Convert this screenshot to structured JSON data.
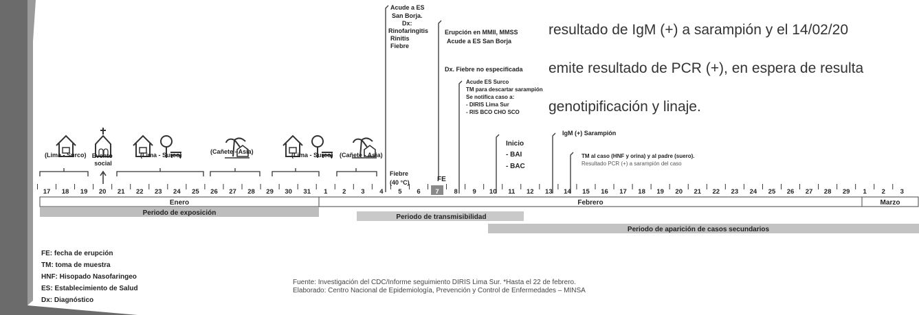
{
  "header": {
    "line1": "resultado de IgM (+) a sarampión y el 14/02/20",
    "line2": "emite resultado de PCR (+), en espera de resulta",
    "line3": "genotipificación y linaje."
  },
  "days": [
    "17",
    "18",
    "19",
    "20",
    "21",
    "22",
    "23",
    "24",
    "25",
    "26",
    "27",
    "28",
    "29",
    "30",
    "31",
    "1",
    "2",
    "3",
    "4",
    "5",
    "6",
    "7",
    "8",
    "9",
    "10",
    "11",
    "12",
    "13",
    "14",
    "15",
    "16",
    "17",
    "18",
    "19",
    "20",
    "21",
    "22",
    "23",
    "24",
    "25",
    "26",
    "27",
    "28",
    "29",
    "1",
    "2",
    "3"
  ],
  "months": {
    "enero": "Enero",
    "febrero": "Febrero",
    "marzo": "Marzo"
  },
  "periods": {
    "exposicion": "Periodo de exposición",
    "transmisibilidad": "Periodo de transmisibilidad",
    "secundarios": "Periodo de aparición de casos secundarios"
  },
  "locations": {
    "lima_surco_1": "(Lima - Surco)",
    "evento_social": "Evento social",
    "lima_surco_2": "(Lima - Surco)",
    "canete_asia_1": "(Cañete - Asia)",
    "lima_surco_3": "(Lima - Surco)",
    "canete_asia_2": "(Cañete - Asia)"
  },
  "events": {
    "fiebre": "Fiebre (40 °C)",
    "fe": "FE",
    "acude_san_borja": "Acude a ES San Borja. Dx: Rinofaringitis Rinitis Fiebre",
    "erupcion": "Erupción en MMII, MMSS Acude a ES San Borja",
    "dx_fiebre": "Dx. Fiebre no especificada",
    "acude_surco": "Acude ES Surco TM para descartar sarampión Se notifica caso a: - DIRIS Lima Sur - RIS BCO CHO SCO",
    "inicio": "Inicio - BAI - BAC",
    "igm": "IgM (+) Sarampión",
    "tm_caso": "TM al caso (HNF y orina) y al padre (suero).",
    "pcr": "Resultado PCR (+) a sarampión del caso"
  },
  "legend": {
    "fe": "FE: fecha de erupción",
    "tm": "TM: toma de muestra",
    "hnf": "HNF: Hisopado Nasofaringeo",
    "es": "ES: Establecimiento de Salud",
    "dx": "Dx: Diagnóstico"
  },
  "source": {
    "line1": "Fuente: Investigación del CDC/Informe seguimiento DIRIS Lima Sur. *Hasta el 22 de febrero.",
    "line2": "Elaborado: Centro Nacional de Epidemiología, Prevención y Control de Enfermedades – MINSA"
  },
  "colors": {
    "period_fill": "#bdbdbd",
    "highlight_day": "#8a8a8a",
    "border": "#444444",
    "edge_shadow": "#6b6b6b"
  },
  "icons": [
    "house-icon",
    "church-icon",
    "house-icon",
    "tree-bench-icon",
    "palm-house-icon",
    "house-icon",
    "tree-bench-icon",
    "palm-house-icon"
  ],
  "highlight_day_index": 21
}
